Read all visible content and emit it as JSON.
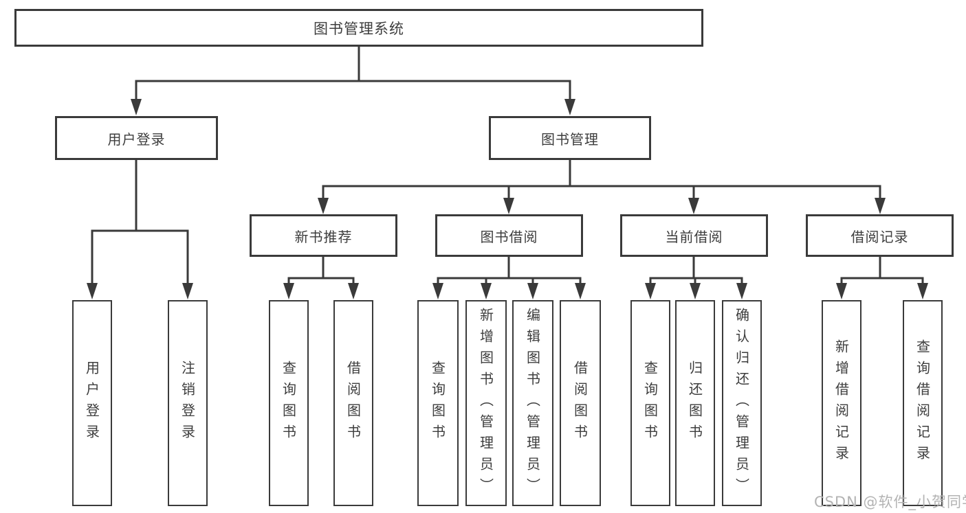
{
  "root": {
    "label": "图书管理系统"
  },
  "branches": {
    "user_login": {
      "label": "用户登录",
      "leaves": [
        "用户登录",
        "注销登录"
      ]
    },
    "book_mgmt": {
      "label": "图书管理",
      "sections": {
        "new_book_rec": {
          "label": "新书推荐",
          "leaves": [
            "查询图书",
            "借阅图书"
          ]
        },
        "book_borrow": {
          "label": "图书借阅",
          "leaves": [
            "查询图书",
            "新增图书（管理员）",
            "编辑图书（管理员）",
            "借阅图书"
          ]
        },
        "current_borrow": {
          "label": "当前借阅",
          "leaves": [
            "查询图书",
            "归还图书",
            "确认归还（管理员）"
          ]
        },
        "borrow_records": {
          "label": "借阅记录",
          "leaves": [
            "新增借阅记录",
            "查询借阅记录"
          ]
        }
      }
    }
  },
  "watermark": {
    "text": "CSDN @软件_小贺同学"
  },
  "colors": {
    "line": "#3a3a3a",
    "text": "#3d3d3d",
    "watermark": "#b3b3b3",
    "background": "#ffffff"
  }
}
